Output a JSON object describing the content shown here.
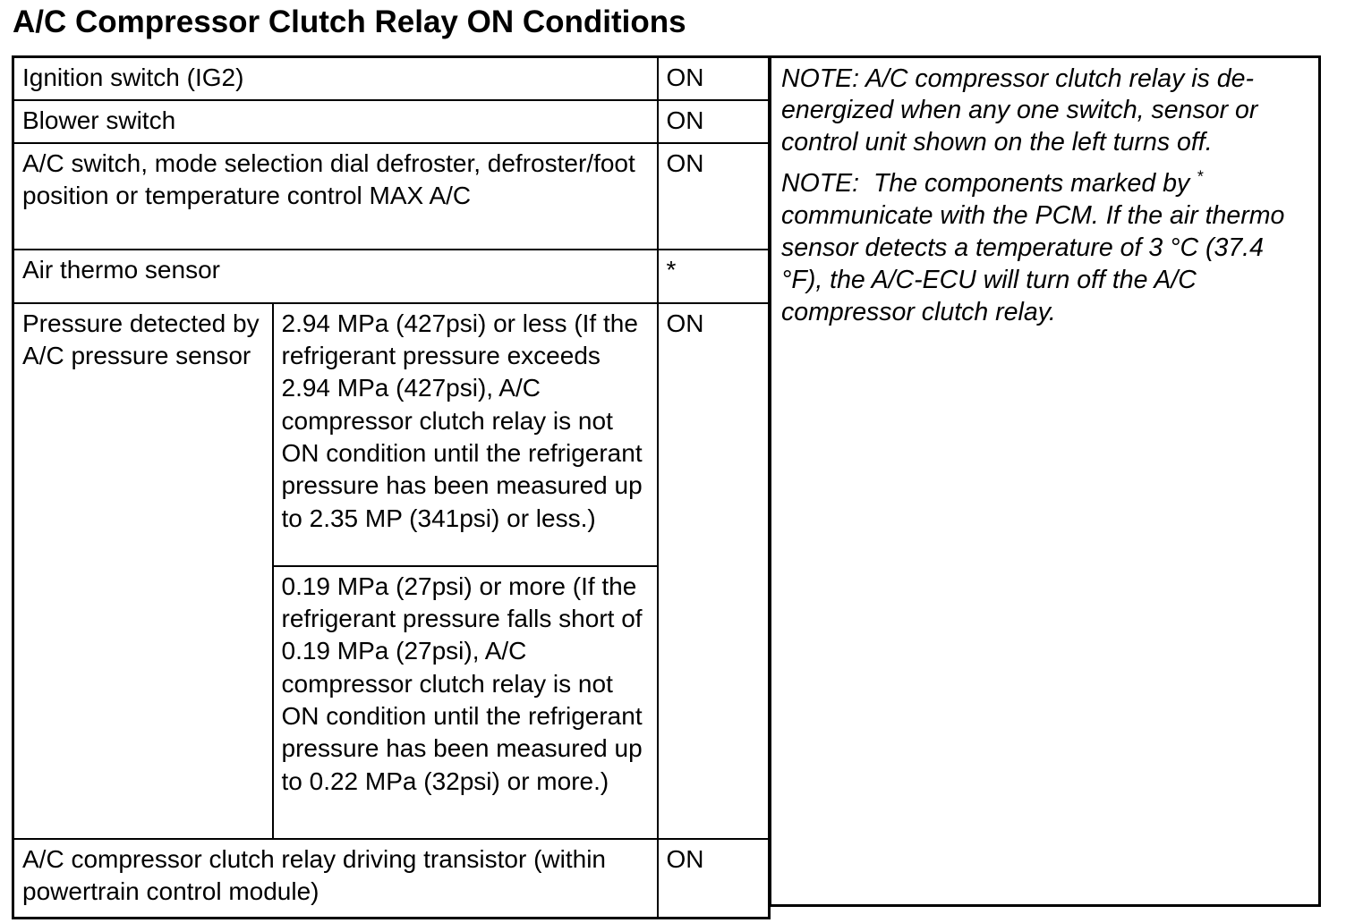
{
  "page": {
    "title": "A/C Compressor Clutch Relay ON Conditions"
  },
  "colors": {
    "text": "#000000",
    "background": "#ffffff",
    "border": "#000000"
  },
  "table": {
    "rows": [
      {
        "label": "Ignition switch (IG2)",
        "value": "ON"
      },
      {
        "label": "Blower switch",
        "value": "ON"
      },
      {
        "label": "A/C switch, mode selection dial defroster, defroster/foot position or temperature control MAX A/C",
        "value": "ON"
      },
      {
        "label": "Air thermo sensor",
        "value": "*"
      },
      {
        "label": "Pressure detected by A/C pressure sensor",
        "value": "ON",
        "conditions": [
          "2.94 MPa (427psi) or less (If the refrigerant pressure exceeds 2.94 MPa (427psi), A/C compressor clutch relay is not ON condition until the refrigerant pressure has been measured up to 2.35 MP (341psi) or less.)",
          "0.19 MPa (27psi) or more (If the refrigerant pressure falls short of 0.19 MPa (27psi), A/C compressor clutch relay is not ON condition until the refrigerant pressure has been measured up to 0.22 MPa (32psi) or more.)"
        ]
      },
      {
        "label": "A/C compressor clutch relay driving transistor (within powertrain control module)",
        "value": "ON"
      }
    ]
  },
  "notes": [
    {
      "text": "NOTE: A/C compressor clutch relay is de-energized when any one switch, sensor or control unit shown on the left turns off."
    },
    {
      "text_start": "NOTE:  The components marked by ",
      "marker": "*",
      "text_end": " communicate with the PCM. If the air thermo sensor detects a temperature of 3 °C (37.4 °F), the A/C-ECU will turn off the A/C compressor clutch relay."
    }
  ]
}
